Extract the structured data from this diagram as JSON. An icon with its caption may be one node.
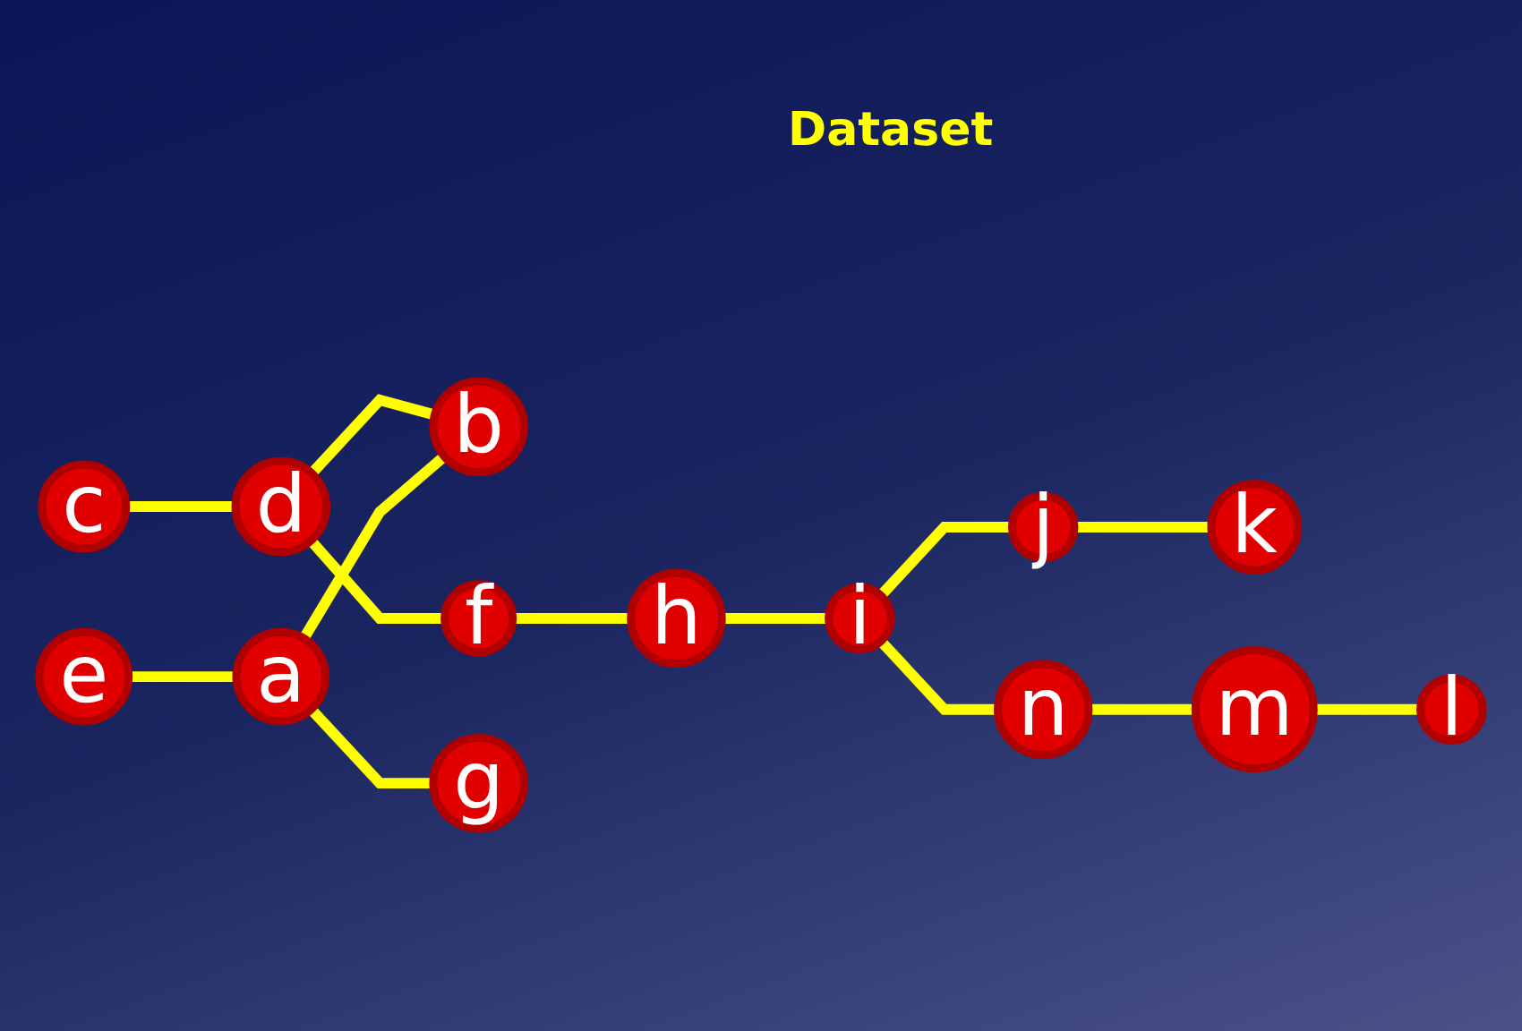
{
  "diagram": {
    "title": "Dataset",
    "nodes": [
      {
        "text": [
          "a"
        ]
      },
      {
        "text": [
          "b"
        ]
      },
      {
        "text": [
          "c"
        ]
      },
      {
        "text": [
          "d"
        ]
      },
      {
        "text": [
          "e"
        ]
      },
      {
        "text": [
          "f"
        ]
      },
      {
        "text": [
          "g"
        ]
      },
      {
        "text": [
          "h"
        ]
      },
      {
        "text": [
          "i"
        ]
      },
      {
        "text": [
          "j"
        ]
      },
      {
        "text": [
          "k"
        ]
      },
      {
        "text": [
          "l"
        ]
      },
      {
        "text": [
          "m"
        ]
      },
      {
        "text": [
          "n"
        ]
      }
    ],
    "edges": [
      {
        "from": 4,
        "to": 0,
        "arrow": "none"
      },
      {
        "from": 2,
        "to": 3,
        "arrow": "none"
      },
      {
        "from": 3,
        "to": 1,
        "arrow": "none"
      },
      {
        "from": 0,
        "to": 1,
        "arrow": "none"
      },
      {
        "from": 0,
        "to": 6,
        "arrow": "none"
      },
      {
        "from": 3,
        "to": 5,
        "arrow": "none"
      },
      {
        "from": 5,
        "to": 7,
        "arrow": "none"
      },
      {
        "from": 7,
        "to": 8,
        "arrow": "none"
      },
      {
        "from": 8,
        "to": 9,
        "arrow": "none"
      },
      {
        "from": 9,
        "to": 10,
        "arrow": "none"
      },
      {
        "from": 8,
        "to": 13,
        "arrow": "none"
      },
      {
        "from": 13,
        "to": 12,
        "arrow": "none"
      },
      {
        "from": 12,
        "to": 11,
        "arrow": "none"
      }
    ]
  }
}
